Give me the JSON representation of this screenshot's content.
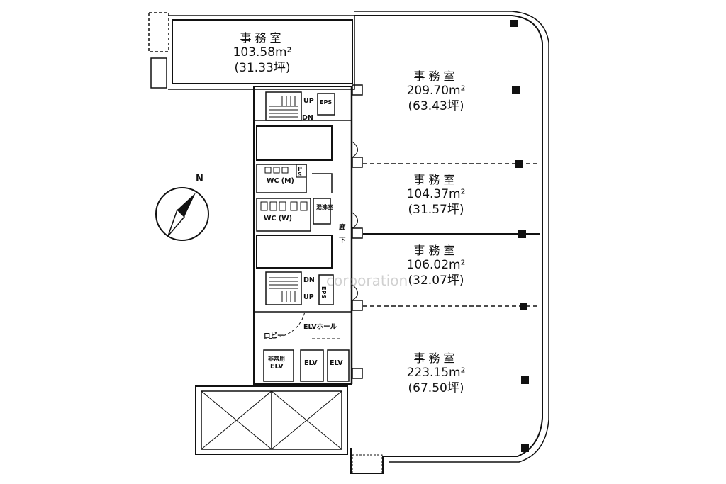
{
  "offices": [
    {
      "name": "事務室",
      "area": "103.58m²",
      "tsubo": "(31.33坪)"
    },
    {
      "name": "事務室",
      "area": "209.70m²",
      "tsubo": "(63.43坪)"
    },
    {
      "name": "事務室",
      "area": "104.37m²",
      "tsubo": "(31.57坪)"
    },
    {
      "name": "事務室",
      "area": "106.02m²",
      "tsubo": "(32.07坪)"
    },
    {
      "name": "事務室",
      "area": "223.15m²",
      "tsubo": "(67.50坪)"
    }
  ],
  "core_labels": {
    "up1": "UP",
    "dn1": "DN",
    "eps1": "EPS",
    "wc_m": "WC (M)",
    "wc_w": "WC (W)",
    "yuto": "湯沸室",
    "ps1": "P",
    "ps2": "S",
    "corridor1": "廊",
    "corridor2": "下",
    "dn2": "DN",
    "up2": "UP",
    "eps2": "EPS",
    "elv_hall": "ELVホール",
    "lobby": "ロビー",
    "emergency_elv_top": "非常用",
    "emergency_elv_bottom": "ELV",
    "elv1": "ELV",
    "elv2": "ELV"
  },
  "compass": {
    "label": "N"
  },
  "watermark": "corporation"
}
